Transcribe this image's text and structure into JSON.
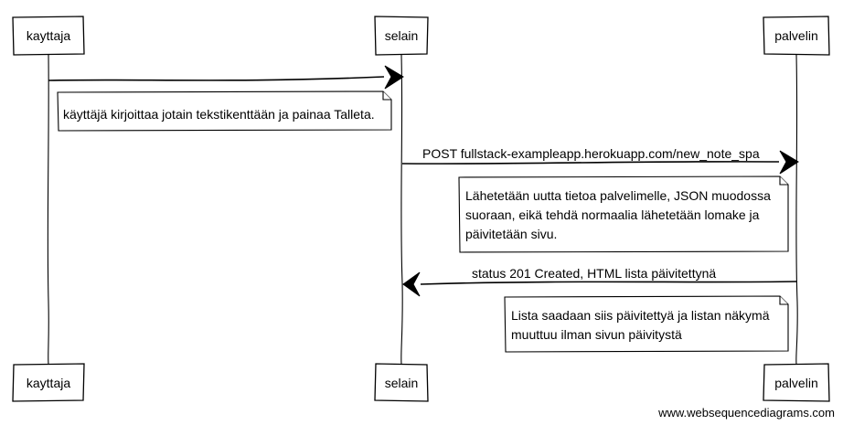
{
  "participants": [
    "kayttaja",
    "selain",
    "palvelin"
  ],
  "messages": [
    {
      "from": "kayttaja",
      "to": "selain",
      "label": ""
    },
    {
      "from": "selain",
      "to": "palvelin",
      "label": "POST fullstack-exampleapp.herokuapp.com/new_note_spa"
    },
    {
      "from": "palvelin",
      "to": "selain",
      "label": "status 201 Created, HTML lista päivitettynä"
    }
  ],
  "notes": [
    {
      "lines": [
        "käyttäjä kirjoittaa jotain tekstikenttään ja painaa Talleta."
      ]
    },
    {
      "lines": [
        "Lähetetään uutta tietoa palvelimelle, JSON muodossa",
        "suoraan, eikä tehdä normaalia lähetetään lomake ja",
        "päivitetään sivu."
      ]
    },
    {
      "lines": [
        "Lista saadaan siis päivitettyä ja listan näkymä",
        "muuttuu ilman sivun päivitystä"
      ]
    }
  ],
  "credit": "www.websequencediagrams.com"
}
